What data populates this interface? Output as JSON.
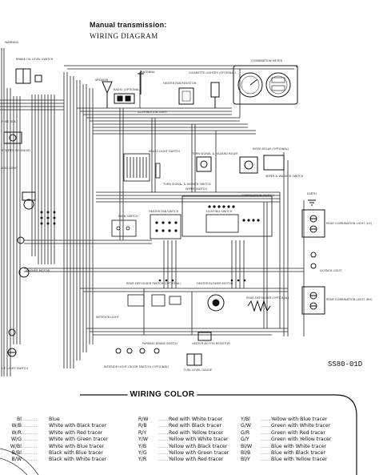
{
  "header": {
    "title": "Manual transmission:",
    "subtitle": "WIRING DIAGRAM",
    "drawing_code": "SS80-01D"
  },
  "labels": {
    "brake_oil_level_switch": "BRAKE OIL LEVEL SWITCH",
    "speaker": "SPEAKER",
    "radio": "RADIO (OPTIONAL)",
    "antenna": "ANTENNA",
    "heater_fan_resistor": "HEATER FAN RESISTOR",
    "cigarette_lighter": "CIGARETTE LIGHTER (OPTIONAL)",
    "combination_meter": "COMBINATION METER",
    "illumination_light": "ILLUMINATION LIGHT",
    "brake_light_switch": "BRAKE LIGHT SWITCH",
    "turn_signal_hazard_relay": "TURN SIGNAL & HAZARD RELAY",
    "intermittent_relay": "INTER RELAY (OPTIONAL)",
    "wiper_washer_switch": "WIPER & WASHER SWITCH",
    "wiper_switch": "WIPER SWITCH",
    "turn_signal_dimmer_switch": "TURN SIGNAL & DIMMER SWITCH",
    "combination_switch": "COMBINATION SWITCH",
    "earth": "EARTH",
    "main_switch": "MAIN SWITCH",
    "heater_fan_switch": "HEATER FAN SWITCH",
    "lighting_switch": "LIGHTING SWITCH",
    "rear_combination_light_lh": "REAR COMBINATION LIGHT (LH)",
    "washer_motor": "WASHER MOTOR",
    "license_light": "LICENCE LIGHT",
    "rear_defogger_switch": "REAR DEFOGGER SWITCH (OPTIONAL)",
    "heater_blower_motor": "HEATER BLOWER MOTOR",
    "rear_defogger": "REAR DEFOGGER (OPTIONAL)",
    "rear_combination_light_rh": "REAR COMBINATION LIGHT (RH)",
    "interior_light": "INTERIOR LIGHT",
    "parking_brake_switch": "PARKING BRAKE SWITCH",
    "heater_motor_resistor": "HEATER MOTOR RESISTOR",
    "interior_light_door_switch": "INTERIOR LIGHT (DOOR SWITCH) (OPTIONAL)",
    "fuel_level_gauge": "FUEL LEVEL GAUGE",
    "side_light": "SIDE LIGHT",
    "starter": "STARTER SOLENOID",
    "fuse_box": "FUSE BOX",
    "lf_light_switch": "L.F. LIGHT SWITCH",
    "warning": "WARNING"
  },
  "wiring_color": {
    "title": "WIRING COLOR",
    "columns": [
      [
        {
          "code": "Bl",
          "name": "Blue"
        },
        {
          "code": "W/B",
          "name": "White with Black tracer"
        },
        {
          "code": "W/R",
          "name": "White with Red tracer"
        },
        {
          "code": "W/G",
          "name": "White with Green tracer"
        },
        {
          "code": "W/Bl",
          "name": "White with Blue tracer"
        },
        {
          "code": "B/Bl",
          "name": "Black with Blue tracer"
        },
        {
          "code": "B/W",
          "name": "Black with White tracer"
        }
      ],
      [
        {
          "code": "R/W",
          "name": "Red with White tracer"
        },
        {
          "code": "R/B",
          "name": "Red with Black tracer"
        },
        {
          "code": "R/Y",
          "name": "Red with Yellow tracer"
        },
        {
          "code": "Y/W",
          "name": "Yellow with White tracer"
        },
        {
          "code": "Y/B",
          "name": "Yellow with Black tracer"
        },
        {
          "code": "Y/G",
          "name": "Yellow with Green tracer"
        },
        {
          "code": "Y/R",
          "name": "Yellow with Red tracer"
        }
      ],
      [
        {
          "code": "Y/Bl",
          "name": "Yellow with Blue tracer"
        },
        {
          "code": "G/W",
          "name": "Green with White tracer"
        },
        {
          "code": "G/R",
          "name": "Green with Red tracer"
        },
        {
          "code": "G/Y",
          "name": "Green with Yellow tracer"
        },
        {
          "code": "Bl/W",
          "name": "Blue with White tracer"
        },
        {
          "code": "Bl/B",
          "name": "Blue with Black tracer"
        },
        {
          "code": "Bl/Y",
          "name": "Blue with Yellow tracer"
        }
      ]
    ]
  }
}
